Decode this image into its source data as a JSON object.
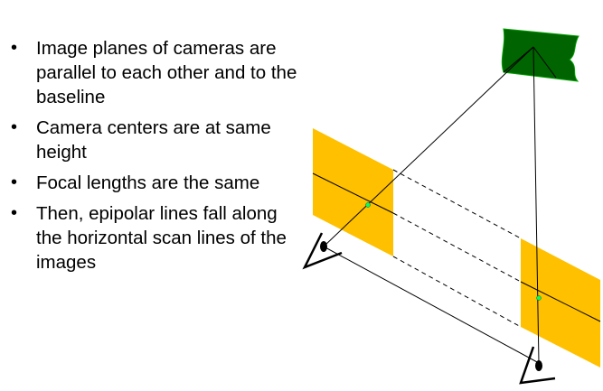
{
  "bullets": [
    {
      "marker": "•",
      "text": "Image planes of cameras are parallel to each other and to the baseline"
    },
    {
      "marker": "•",
      "text": "Camera centers are at same height"
    },
    {
      "marker": "•",
      "text": "Focal lengths are the same"
    },
    {
      "marker": "•",
      "text": "Then, epipolar lines fall along the horizontal scan lines of the images"
    }
  ],
  "diagram": {
    "colors": {
      "image_plane": "#ffc000",
      "object": "#006400",
      "object_edge": "#00a000",
      "epipole_point": "#00ff66",
      "lines": "#000000"
    },
    "icons": [
      "left-eye-icon",
      "right-eye-icon",
      "scene-object-icon"
    ]
  }
}
